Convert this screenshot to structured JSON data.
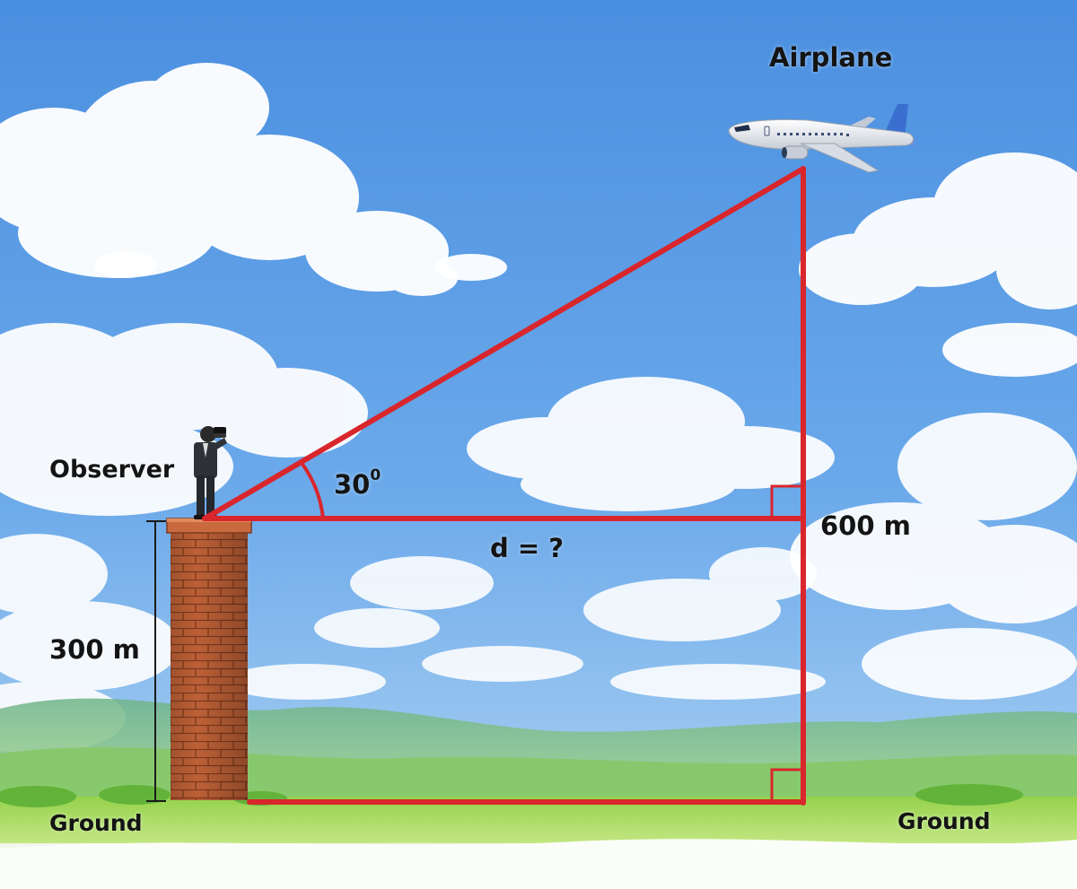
{
  "labels": {
    "airplane": "Airplane",
    "observer": "Observer",
    "angle_value": "30",
    "angle_unit": "0",
    "distance": "d = ?",
    "plane_height": "600 m",
    "tower_height": "300 m",
    "ground_left": "Ground",
    "ground_right": "Ground"
  },
  "colors": {
    "sky_top": "#4a8fe0",
    "sky_bottom": "#a9d0f2",
    "cloud": "#ffffff",
    "triangle_line": "#d9262c",
    "tower_brick": "#b85a35",
    "grass": "#8fd04a",
    "hills": "#7ec27a",
    "text": "#141414"
  },
  "icons": [
    "airplane-icon",
    "observer-figure-icon",
    "binoculars-icon",
    "brick-tower-icon",
    "cloud-icon",
    "right-angle-mark-icon"
  ]
}
